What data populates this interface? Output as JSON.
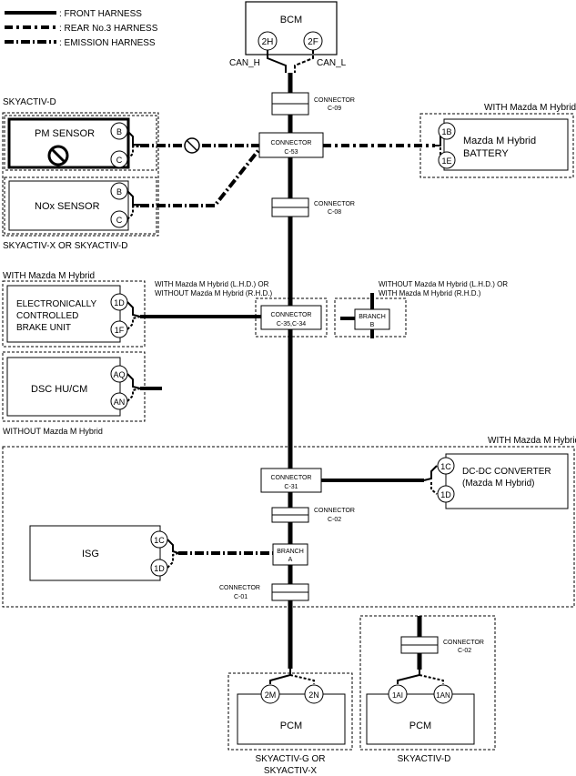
{
  "legend": {
    "front": ": FRONT HARNESS",
    "rear": ": REAR No.3 HARNESS",
    "emission": ": EMISSION HARNESS"
  },
  "bcm": {
    "label": "BCM",
    "pin_h": "2H",
    "pin_f": "2F",
    "can_h": "CAN_H",
    "can_l": "CAN_L"
  },
  "connectors": {
    "c09": {
      "l1": "CONNECTOR",
      "l2": "C-09"
    },
    "c53": {
      "l1": "CONNECTOR",
      "l2": "C-53"
    },
    "c08": {
      "l1": "CONNECTOR",
      "l2": "C-08"
    },
    "c35": {
      "l1": "CONNECTOR",
      "l2": "C-35,C-34"
    },
    "c31": {
      "l1": "CONNECTOR",
      "l2": "C-31"
    },
    "c02": {
      "l1": "CONNECTOR",
      "l2": "C-02"
    },
    "c01": {
      "l1": "CONNECTOR",
      "l2": "C-01"
    },
    "c02b": {
      "l1": "CONNECTOR",
      "l2": "C-02"
    }
  },
  "branches": {
    "b": {
      "l1": "BRANCH",
      "l2": "B"
    },
    "a": {
      "l1": "BRANCH",
      "l2": "A"
    }
  },
  "skyactiv_d": "SKYACTIV-D",
  "pm_sensor": {
    "label": "PM SENSOR",
    "p1": "B",
    "p2": "C"
  },
  "nox_sensor": {
    "label": "NOx SENSOR",
    "p1": "B",
    "p2": "C"
  },
  "skyactiv_xd": "SKYACTIV-X OR SKYACTIV-D",
  "with_hybrid_top": "WITH Mazda M Hybrid",
  "battery": {
    "l1": "Mazda M Hybrid",
    "l2": "BATTERY",
    "p1": "1B",
    "p2": "1E"
  },
  "with_hybrid_ebcu": "WITH Mazda M Hybrid",
  "ebcu": {
    "l1": "ELECTRONICALLY",
    "l2": "CONTROLLED",
    "l3": "BRAKE UNIT",
    "p1": "1D",
    "p2": "1F"
  },
  "note_c35": {
    "l1": "WITH Mazda M Hybrid (L.H.D.) OR",
    "l2": "WITHOUT Mazda M Hybrid (R.H.D.)"
  },
  "note_branch_b": {
    "l1": "WITHOUT Mazda M Hybrid (L.H.D.) OR",
    "l2": "WITH Mazda M Hybrid (R.H.D.)"
  },
  "dsc": {
    "label": "DSC HU/CM",
    "p1": "AQ",
    "p2": "AN"
  },
  "without_hybrid": "WITHOUT Mazda M Hybrid",
  "with_hybrid_big": "WITH Mazda M Hybrid",
  "dcdc": {
    "l1": "DC-DC CONVERTER",
    "l2": "(Mazda M Hybrid)",
    "p1": "1C",
    "p2": "1D"
  },
  "isg": {
    "label": "ISG",
    "p1": "1C",
    "p2": "1D"
  },
  "pcm1": {
    "label": "PCM",
    "p1": "2M",
    "p2": "2N",
    "c1": "SKYACTIV-G OR",
    "c2": "SKYACTIV-X"
  },
  "pcm2": {
    "label": "PCM",
    "p1": "1AI",
    "p2": "1AN",
    "c1": "SKYACTIV-D"
  }
}
